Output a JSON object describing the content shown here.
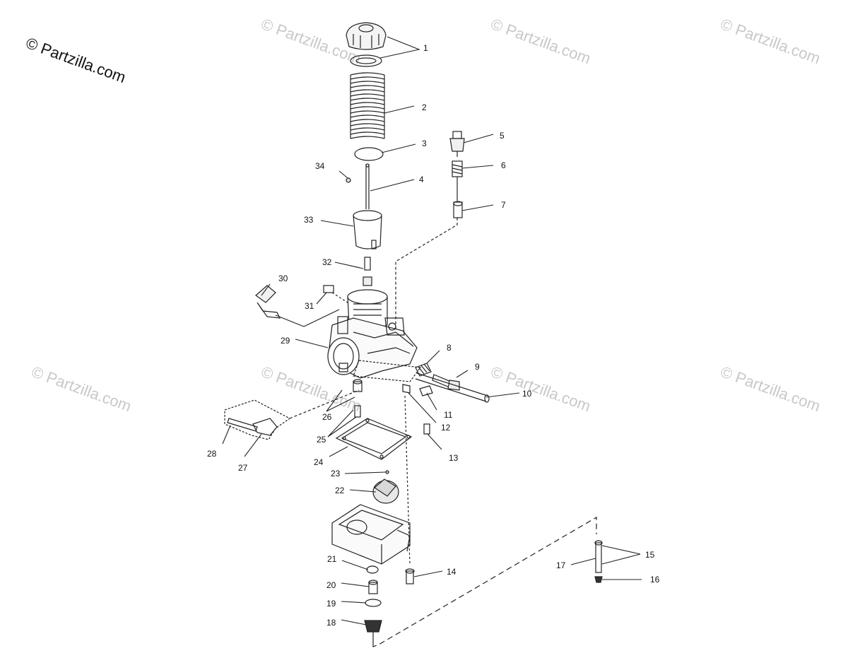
{
  "watermark": {
    "brand_text": "© Partzilla.com",
    "faint_text": "© Partzilla.com"
  },
  "callouts": [
    "1",
    "2",
    "3",
    "4",
    "5",
    "6",
    "7",
    "8",
    "9",
    "10",
    "11",
    "12",
    "13",
    "14",
    "15",
    "16",
    "17",
    "18",
    "19",
    "20",
    "21",
    "22",
    "23",
    "24",
    "25",
    "26",
    "27",
    "28",
    "29",
    "30",
    "31",
    "32",
    "33",
    "34"
  ],
  "colors": {
    "line": "#222222",
    "ink": "#111111",
    "watermark": "#c8c8c8"
  }
}
